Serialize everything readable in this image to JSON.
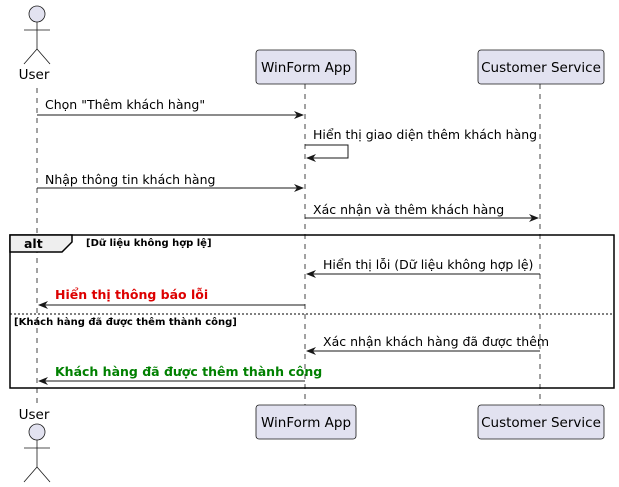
{
  "participants": {
    "user": "User",
    "app": "WinForm App",
    "service": "Customer Service"
  },
  "messages": {
    "m1": "Chọn \"Thêm khách hàng\"",
    "m2": "Hiển thị giao diện thêm khách hàng",
    "m3": "Nhập thông tin khách hàng",
    "m4": "Xác nhận và thêm khách hàng",
    "m5": "Hiển thị lỗi (Dữ liệu không hợp lệ)",
    "m6": "Hiển thị thông báo lỗi",
    "m7": "Xác nhận khách hàng đã được thêm",
    "m8": "Khách hàng đã được thêm thành công"
  },
  "fragment": {
    "keyword": "alt",
    "guard1": "[Dữ liệu không hợp lệ]",
    "guard2": "[Khách hàng đã được thêm thành công]"
  },
  "colors": {
    "participant_fill": "#e2e2f0",
    "participant_stroke": "#181818",
    "lifeline": "#181818",
    "error_text": "#dd0000",
    "success_text": "#008000"
  }
}
